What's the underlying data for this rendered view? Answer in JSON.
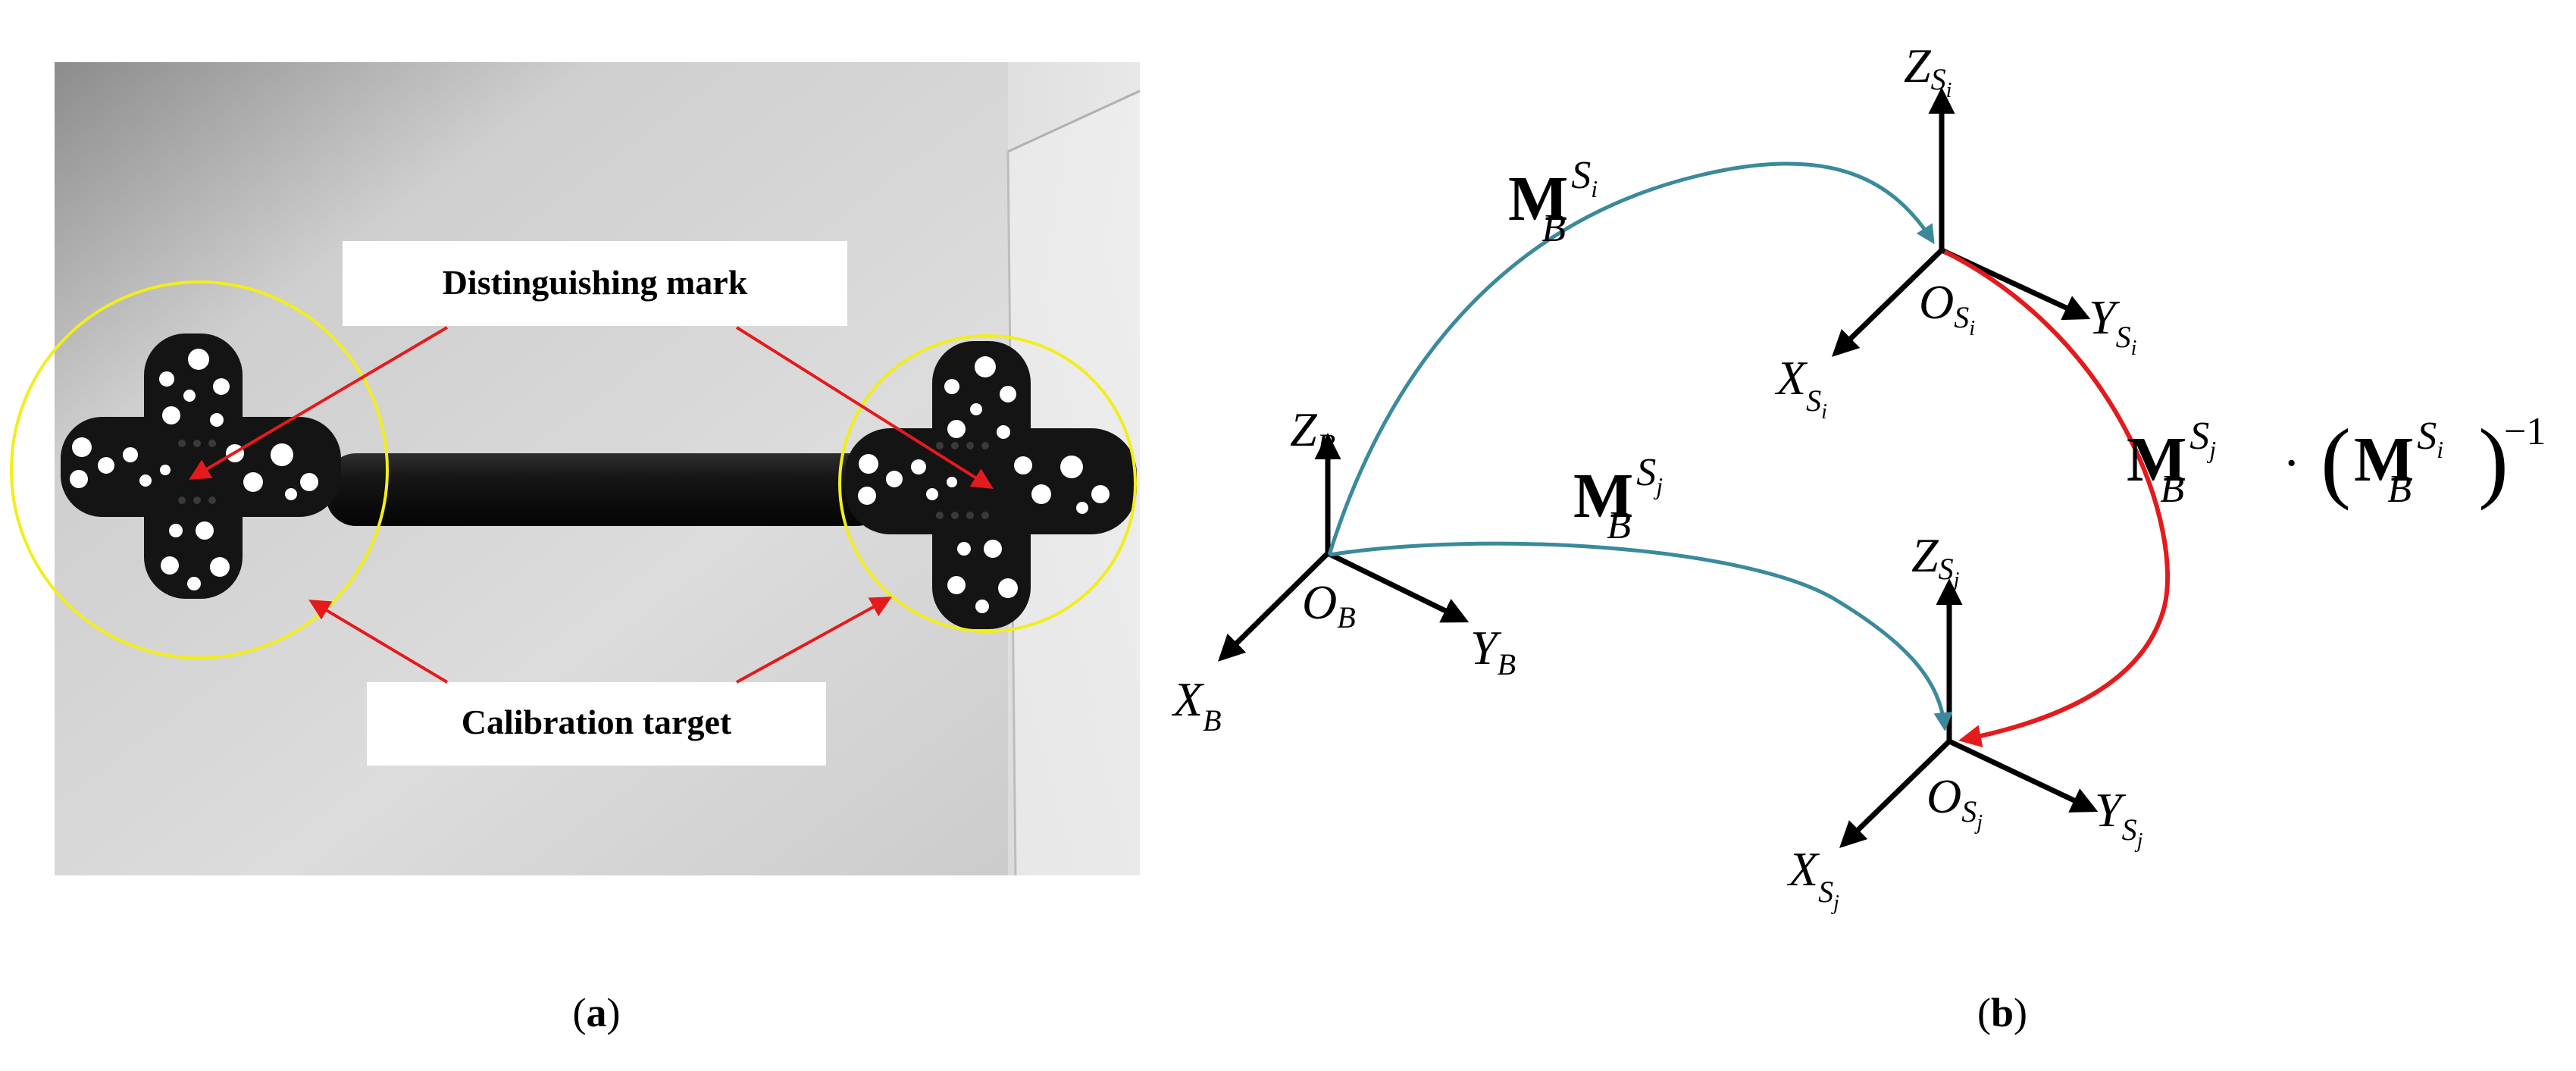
{
  "panel_a": {
    "label_distinguishing": "Distinguishing mark",
    "label_calibration": "Calibration target",
    "caption": "a"
  },
  "panel_b": {
    "caption": "b",
    "frames": {
      "B": {
        "origin": "O",
        "origin_sub": "B",
        "x": "X",
        "x_sub": "B",
        "y": "Y",
        "y_sub": "B",
        "z": "Z",
        "z_sub": "B"
      },
      "Si": {
        "origin": "O",
        "origin_sub": "S",
        "origin_subsub": "i",
        "x": "X",
        "x_sub": "S",
        "x_subsub": "i",
        "y": "Y",
        "y_sub": "S",
        "y_subsub": "i",
        "z": "Z",
        "z_sub": "S",
        "z_subsub": "i"
      },
      "Sj": {
        "origin": "O",
        "origin_sub": "S",
        "origin_subsub": "j",
        "x": "X",
        "x_sub": "S",
        "x_subsub": "j",
        "y": "Y",
        "y_sub": "S",
        "y_subsub": "j",
        "z": "Z",
        "z_sub": "S",
        "z_subsub": "j"
      }
    },
    "transforms": {
      "to_si": {
        "base": "M",
        "sup": "S",
        "sup_sub": "i",
        "sub": "B"
      },
      "to_sj": {
        "base": "M",
        "sup": "S",
        "sup_sub": "j",
        "sub": "B"
      },
      "si_to_sj": {
        "base": "M",
        "sup": "S",
        "sup_sub": "j",
        "sub": "B",
        "dot": "·",
        "inv_base": "M",
        "inv_sup": "S",
        "inv_sup_sub": "i",
        "inv_sub": "B",
        "exponent": "−1"
      }
    }
  },
  "colors": {
    "teal_arrow": "#3a8a9c",
    "red_arrow": "#e41a1c",
    "yellow_circle": "#f2ee1a",
    "label_box": "#ffffff"
  }
}
